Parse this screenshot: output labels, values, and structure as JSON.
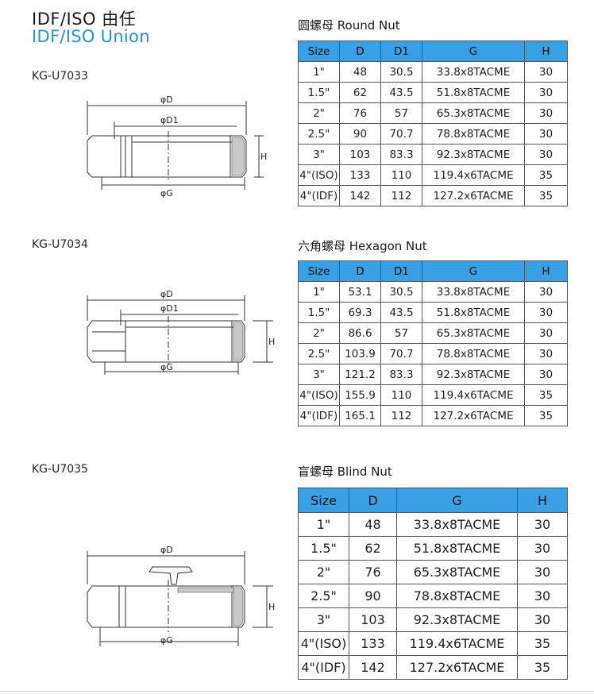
{
  "header": {
    "title_cn": "IDF/ISO 由任",
    "title_en": "IDF/ISO Union"
  },
  "sections": [
    {
      "code": "KG-U7033",
      "title": "圆螺母 Round Nut",
      "drawing": {
        "labels": [
          "φD",
          "φD1",
          "φG",
          "H"
        ]
      },
      "columns": [
        "Size",
        "D",
        "D1",
        "G",
        "H"
      ],
      "rows": [
        [
          "1\"",
          "48",
          "30.5",
          "33.8x8TACME",
          "30"
        ],
        [
          "1.5\"",
          "62",
          "43.5",
          "51.8x8TACME",
          "30"
        ],
        [
          "2\"",
          "76",
          "57",
          "65.3x8TACME",
          "30"
        ],
        [
          "2.5\"",
          "90",
          "70.7",
          "78.8x8TACME",
          "30"
        ],
        [
          "3\"",
          "103",
          "83.3",
          "92.3x8TACME",
          "30"
        ],
        [
          "4\"(ISO)",
          "133",
          "110",
          "119.4x6TACME",
          "35"
        ],
        [
          "4\"(IDF)",
          "142",
          "112",
          "127.2x6TACME",
          "35"
        ]
      ]
    },
    {
      "code": "KG-U7034",
      "title": "六角螺母 Hexagon Nut",
      "drawing": {
        "labels": [
          "φD",
          "φD1",
          "φG",
          "H"
        ]
      },
      "columns": [
        "Size",
        "D",
        "D1",
        "G",
        "H"
      ],
      "rows": [
        [
          "1\"",
          "53.1",
          "30.5",
          "33.8x8TACME",
          "30"
        ],
        [
          "1.5\"",
          "69.3",
          "43.5",
          "51.8x8TACME",
          "30"
        ],
        [
          "2\"",
          "86.6",
          "57",
          "65.3x8TACME",
          "30"
        ],
        [
          "2.5\"",
          "103.9",
          "70.7",
          "78.8x8TACME",
          "30"
        ],
        [
          "3\"",
          "121.2",
          "83.3",
          "92.3x8TACME",
          "30"
        ],
        [
          "4\"(ISO)",
          "155.9",
          "110",
          "119.4x6TACME",
          "35"
        ],
        [
          "4\"(IDF)",
          "165.1",
          "112",
          "127.2x6TACME",
          "35"
        ]
      ]
    },
    {
      "code": "KG-U7035",
      "title": "盲螺母 Blind Nut",
      "drawing": {
        "labels": [
          "φD",
          "φG",
          "H"
        ]
      },
      "columns": [
        "Size",
        "D",
        "G",
        "H"
      ],
      "rows": [
        [
          "1\"",
          "48",
          "33.8x8TACME",
          "30"
        ],
        [
          "1.5\"",
          "62",
          "51.8x8TACME",
          "30"
        ],
        [
          "2\"",
          "76",
          "65.3x8TACME",
          "30"
        ],
        [
          "2.5\"",
          "90",
          "78.8x8TACME",
          "30"
        ],
        [
          "3\"",
          "103",
          "92.3x8TACME",
          "30"
        ],
        [
          "4\"(ISO)",
          "133",
          "119.4x6TACME",
          "35"
        ],
        [
          "4\"(IDF)",
          "142",
          "127.2x6TACME",
          "35"
        ]
      ]
    }
  ],
  "colors": {
    "header_blue": "#3aa0e6",
    "title_blue": "#2a8fd4"
  }
}
